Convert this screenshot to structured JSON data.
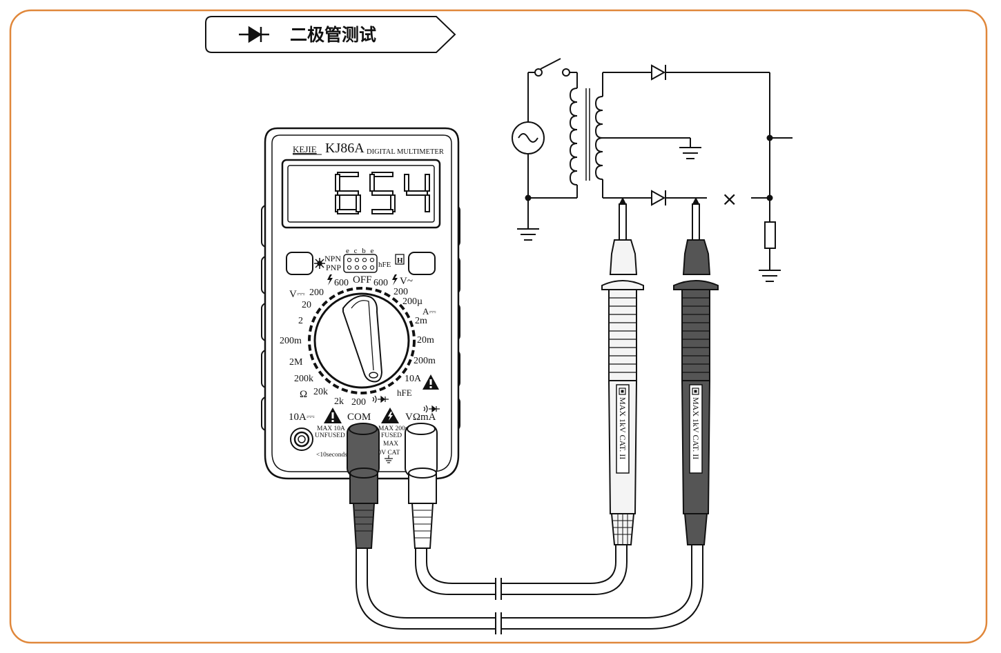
{
  "title": {
    "text": "二极管测试",
    "icon": "diode-symbol-icon"
  },
  "meter": {
    "brand": "KEJIE",
    "model": "KJ86A",
    "subtitle": "DIGITAL MULTIMETER",
    "display_value": "654",
    "hfe_socket": {
      "pins": "e c b e",
      "npn": "NPN",
      "pnp": "PNP",
      "hfe": "hFE",
      "hold": "H"
    },
    "dial": {
      "off": "OFF",
      "top_left_600": "600",
      "top_right_600": "600",
      "v_ac": "V~",
      "v_dc": "V⎓",
      "a_dc": "A⎓",
      "ohm": "Ω",
      "ranges_left": [
        "200",
        "20",
        "2",
        "200m",
        "2M",
        "200k",
        "20k"
      ],
      "ranges_right": [
        "200",
        "200µ",
        "2m",
        "20m",
        "200m",
        "10A",
        "hFE"
      ],
      "ranges_bottom": [
        "2k",
        "200"
      ]
    },
    "jacks": {
      "left_label": "10A⎓",
      "com_label": "COM",
      "right_label": "VΩmA",
      "left_warning_1": "MAX 10A",
      "left_warning_2": "UNFUSED",
      "left_warning_3": "<10seconds",
      "right_warning_1": "MAX 200mA",
      "right_warning_2": "FUSED",
      "right_warning_3": "MAX",
      "right_warning_4": "600V CAT"
    }
  },
  "probes": {
    "left_text": "MAX 1kV CAT. II",
    "right_text": "MAX 1kV CAT. II",
    "left_color": "#f4f4f4",
    "right_color": "#555555"
  },
  "circuit": {
    "open_mark": "×"
  },
  "colors": {
    "frame": "#e0873a",
    "line": "#111111",
    "com_plug": "#5a5a5a"
  }
}
